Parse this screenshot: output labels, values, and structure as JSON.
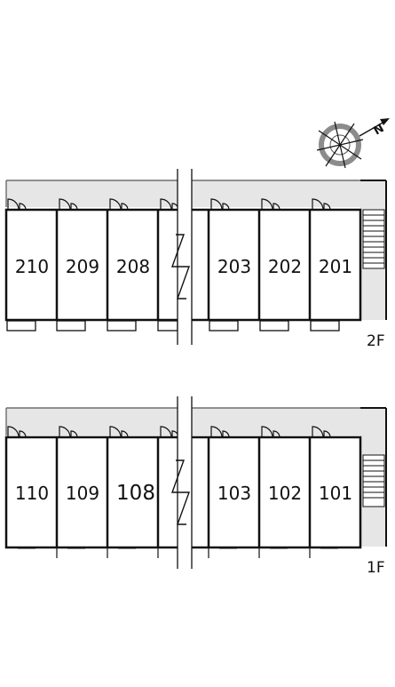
{
  "compass": {
    "icon": "north-arrow-compass-icon",
    "direction_label": "N"
  },
  "floors": [
    {
      "id": "2F",
      "label": "2F",
      "units": [
        {
          "number": "210"
        },
        {
          "number": "209"
        },
        {
          "number": "208"
        },
        {
          "number": ""
        },
        {
          "number": "203"
        },
        {
          "number": "202"
        },
        {
          "number": "201"
        }
      ]
    },
    {
      "id": "1F",
      "label": "1F",
      "units": [
        {
          "number": "110"
        },
        {
          "number": "109"
        },
        {
          "number": "108"
        },
        {
          "number": ""
        },
        {
          "number": "103"
        },
        {
          "number": "102"
        },
        {
          "number": "101"
        }
      ]
    }
  ],
  "colors": {
    "corridor": "#e6e6e6",
    "walls": "#111111",
    "compass_ring": "#8c8c8c"
  }
}
